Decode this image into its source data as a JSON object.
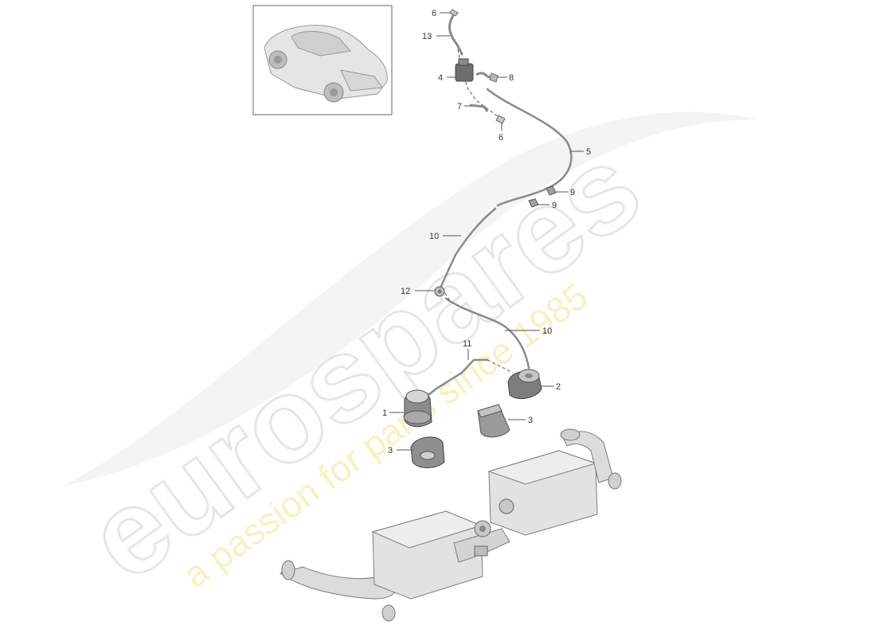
{
  "watermark": {
    "brand": "eurospares",
    "tagline": "a passion for parts since 1985",
    "brand_color": "#e6e6e6",
    "tagline_color": "#f0eea8"
  },
  "callouts": [
    {
      "id": "c6a",
      "label": "6"
    },
    {
      "id": "c13",
      "label": "13"
    },
    {
      "id": "c4",
      "label": "4"
    },
    {
      "id": "c8",
      "label": "8"
    },
    {
      "id": "c7",
      "label": "7"
    },
    {
      "id": "c6b",
      "label": "6"
    },
    {
      "id": "c5",
      "label": "5"
    },
    {
      "id": "c9a",
      "label": "9"
    },
    {
      "id": "c9b",
      "label": "9"
    },
    {
      "id": "c10a",
      "label": "10"
    },
    {
      "id": "c12",
      "label": "12"
    },
    {
      "id": "c10b",
      "label": "10"
    },
    {
      "id": "c11",
      "label": "11"
    },
    {
      "id": "c2",
      "label": "2"
    },
    {
      "id": "c1",
      "label": "1"
    },
    {
      "id": "c3a",
      "label": "3"
    },
    {
      "id": "c3b",
      "label": "3"
    }
  ]
}
